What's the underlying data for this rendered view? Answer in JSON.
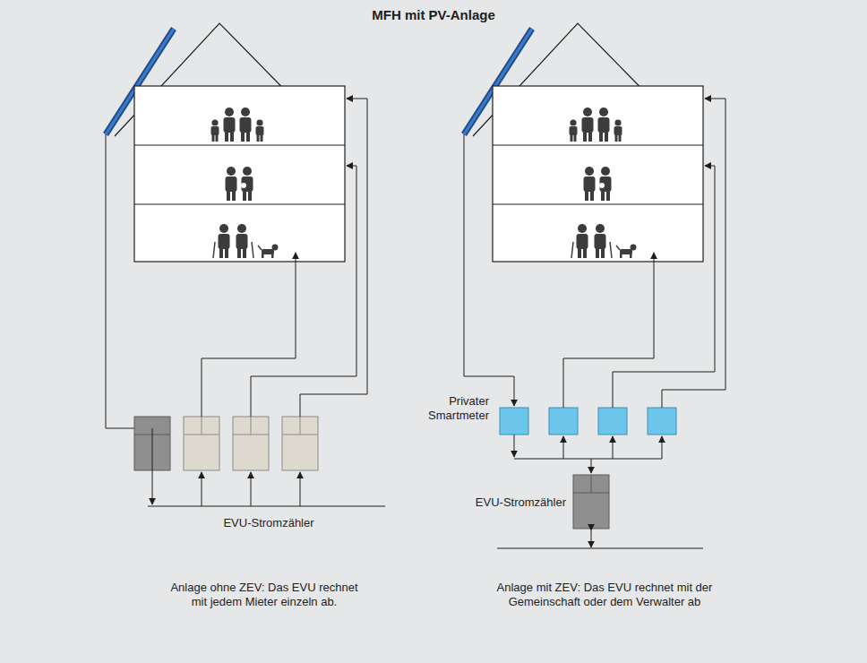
{
  "diagram": {
    "title": "MFH mit PV-Anlage",
    "labels": [
      "EVU-Stromzähler",
      "Privater Smartmeter",
      "EVU-Stromzähler",
      "Anlage ohne ZEV: Das EVU rechnet mit jedem Mieter einzeln ab.",
      "Anlage mit ZEV: Das EVU rechnet mit der Gemeinschaft oder dem Verwalter ab"
    ]
  }
}
